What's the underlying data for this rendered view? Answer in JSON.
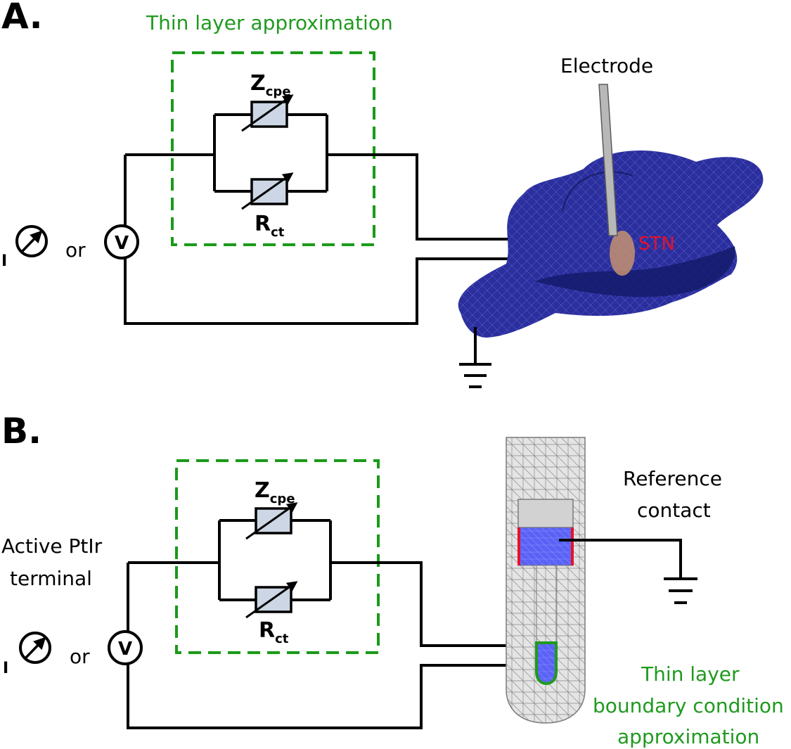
{
  "panel_a": {
    "label": "A.",
    "box_title": "Thin layer approximation",
    "electrode_label": "Electrode",
    "stn_label": "STN",
    "zcpe_main": "Z",
    "zcpe_sub": "cpe",
    "rct_main": "R",
    "rct_sub": "ct",
    "current_symbol": "I",
    "or_text": "or",
    "voltage_symbol": "V"
  },
  "panel_b": {
    "label": "B.",
    "active_line1": "Active PtIr",
    "active_line2": "terminal",
    "reference_line1": "Reference",
    "reference_line2": "contact",
    "thin_line1": "Thin layer",
    "thin_line2": "boundary condition",
    "thin_line3": "approximation",
    "zcpe_main": "Z",
    "zcpe_sub": "cpe",
    "rct_main": "R",
    "rct_sub": "ct",
    "current_symbol": "I",
    "or_text": "or",
    "voltage_symbol": "V"
  },
  "colors": {
    "green_label": "#1f9a1f",
    "stn_red": "#e8102a",
    "brain_blue": "#2b2f9e",
    "component_fill": "#ccd6e4",
    "contact_blue": "#4a52f0"
  }
}
